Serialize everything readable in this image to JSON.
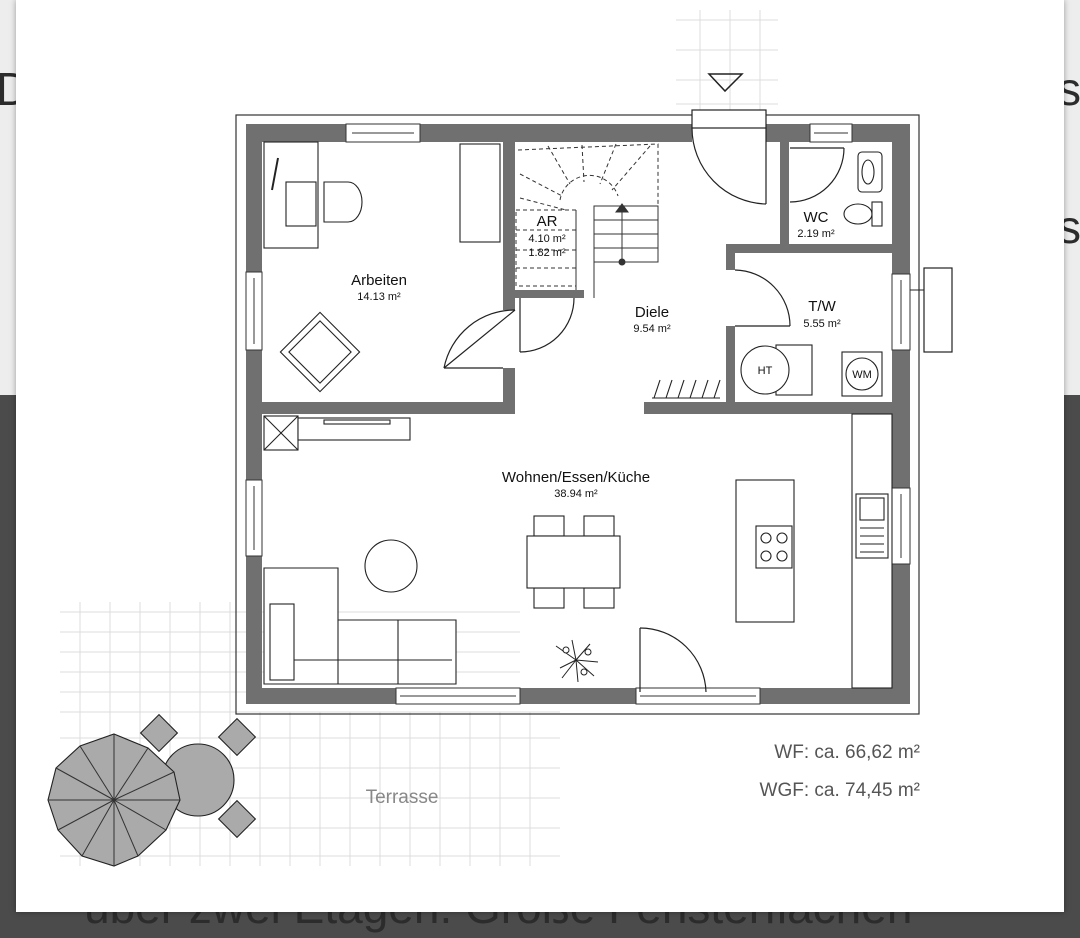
{
  "background": {
    "left_fragment": "Dc",
    "right_fragment_top": "s",
    "right_fragment_mid": "s",
    "bottom_fragment": "über zwei Etagen. Große Fensterflächen"
  },
  "rooms": {
    "arbeiten": {
      "name": "Arbeiten",
      "area": "14.13 m²"
    },
    "ar": {
      "name": "AR",
      "area1": "4.10 m²",
      "area2": "1.82 m²"
    },
    "wc": {
      "name": "WC",
      "area": "2.19 m²"
    },
    "diele": {
      "name": "Diele",
      "area": "9.54 m²"
    },
    "tw": {
      "name": "T/W",
      "area": "5.55 m²"
    },
    "wohnen": {
      "name": "Wohnen/Essen/Küche",
      "area": "38.94 m²"
    }
  },
  "appliances": {
    "ht": "HT",
    "wm": "WM"
  },
  "terrace": {
    "label": "Terrasse"
  },
  "stats": {
    "wf": "WF: ca. 66,62 m²",
    "wgf": "WGF: ca. 74,45 m²"
  },
  "colors": {
    "wall": "#707070",
    "line": "#222222",
    "background_dark": "#4b4b4b"
  }
}
